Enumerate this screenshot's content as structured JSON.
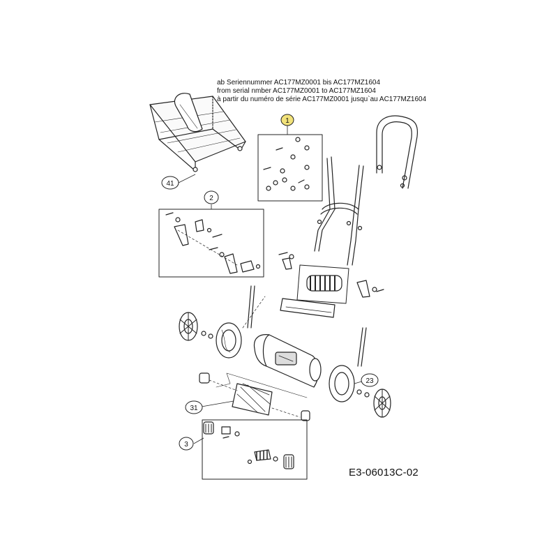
{
  "header": {
    "line_de": "ab Seriennummer AC177MZ0001 bis AC177MZ1604",
    "line_en": "from serial nmber AC177MZ0001 to AC177MZ1604",
    "line_fr": "à partir du numéro de série AC177MZ0001 jusqu`au AC177MZ1604"
  },
  "callouts": {
    "c1": "1",
    "c2": "2",
    "c3": "3",
    "c23": "23",
    "c31": "31",
    "c41": "41"
  },
  "drawing_code": "E3-06013C-02",
  "colors": {
    "line": "#222222",
    "highlight": "#f2e27a",
    "box": "#333333"
  }
}
